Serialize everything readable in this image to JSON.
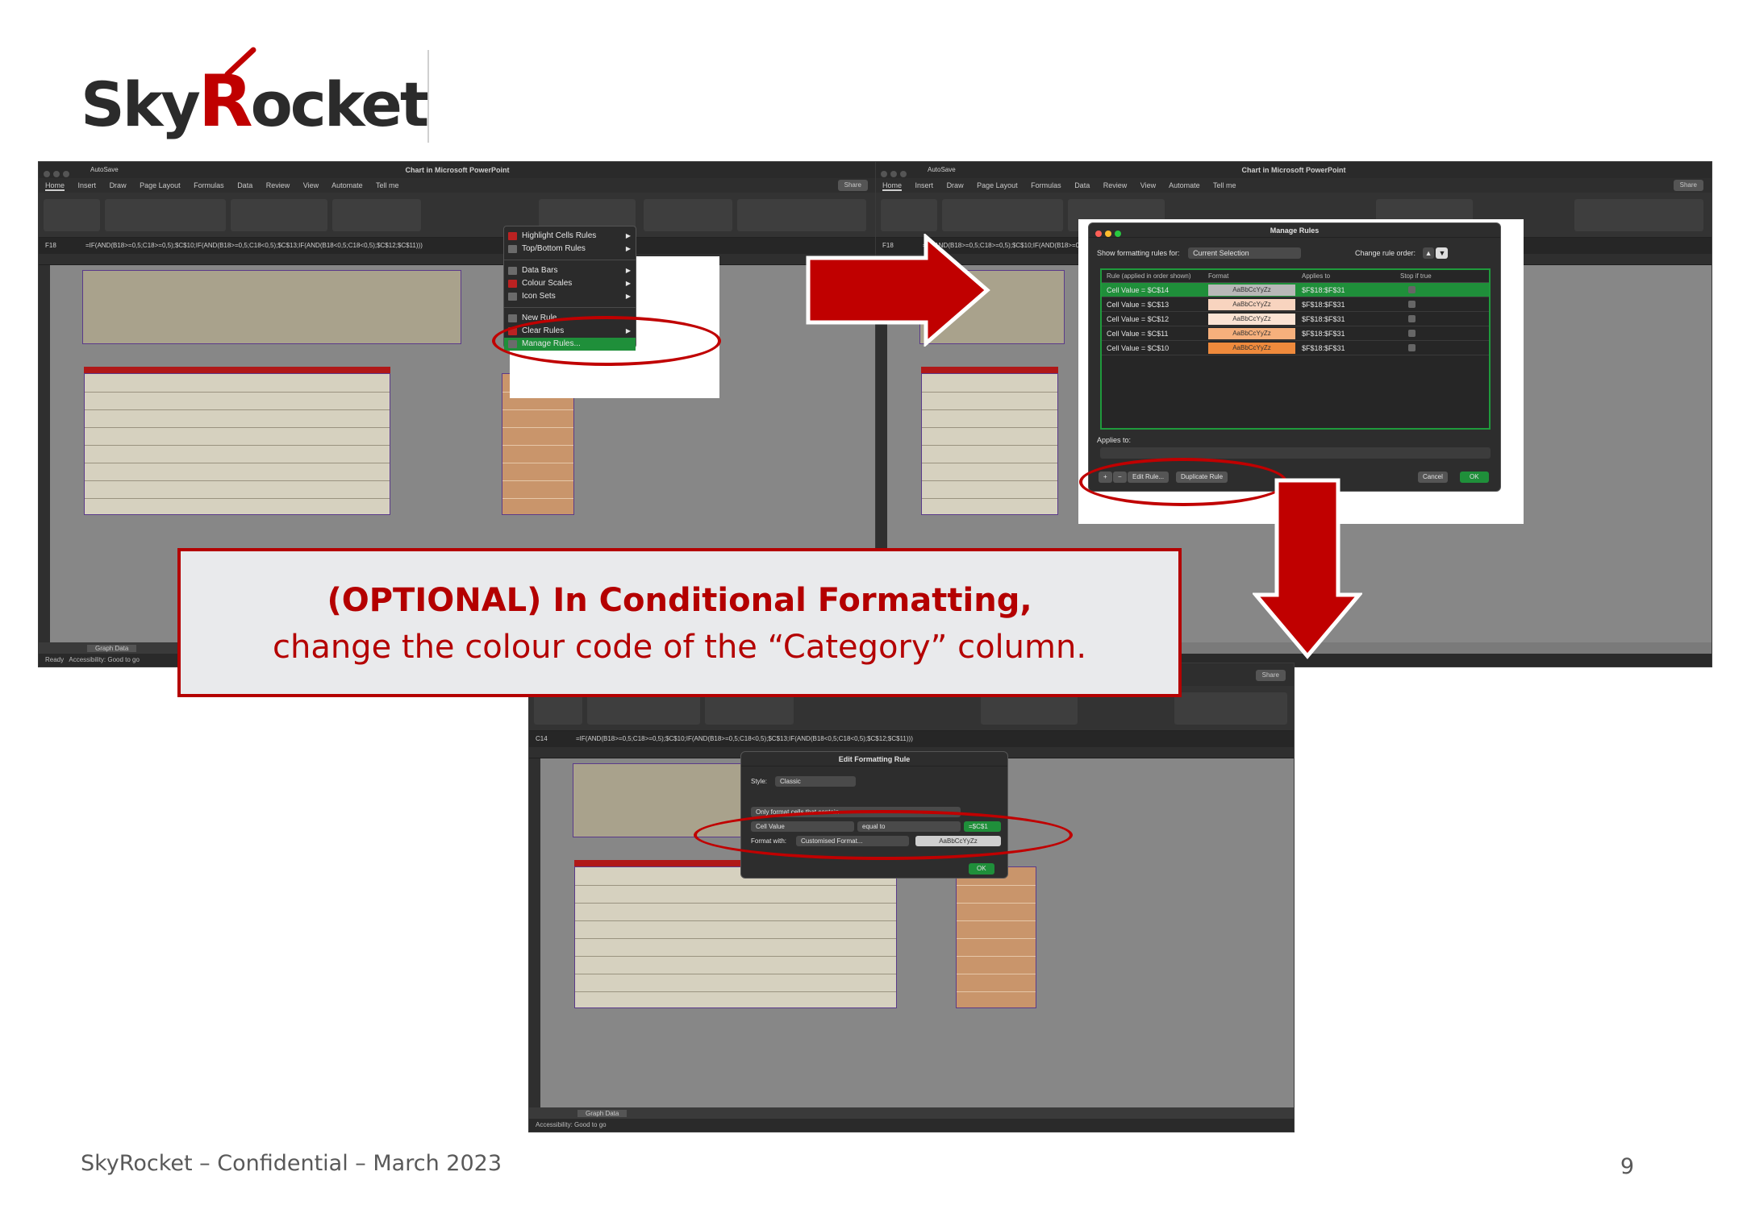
{
  "logo": {
    "pre": "Sky",
    "r": "R",
    "post": "ocket"
  },
  "excel": {
    "window_title": "Chart in Microsoft PowerPoint",
    "autosave": "AutoSave",
    "tabs": [
      "Home",
      "Insert",
      "Draw",
      "Page Layout",
      "Formulas",
      "Data",
      "Review",
      "View",
      "Automate",
      "Tell me"
    ],
    "share": "Share",
    "cell_ref_a": "F18",
    "cell_ref_c": "C14",
    "formula": "=IF(AND(B18>=0,5;C18>=0,5);$C$10;IF(AND(B18>=0,5;C18<0,5);$C$13;IF(AND(B18<0,5;C18<0,5);$C$12;$C$11)))",
    "sheet_tab": "Graph Data",
    "status_ready": "Ready",
    "status_access": "Accessibility: Good to go"
  },
  "cf_menu": {
    "items": [
      {
        "label": "Highlight Cells Rules"
      },
      {
        "label": "Top/Bottom Rules"
      },
      {
        "label": "Data Bars"
      },
      {
        "label": "Colour Scales"
      },
      {
        "label": "Icon Sets"
      },
      {
        "label": "New Rule..."
      },
      {
        "label": "Clear Rules"
      },
      {
        "label": "Manage Rules..."
      }
    ]
  },
  "manage_rules": {
    "title": "Manage Rules",
    "show_for_label": "Show formatting rules for:",
    "show_for_value": "Current Selection",
    "change_order": "Change rule order:",
    "col_rule": "Rule (applied in order shown)",
    "col_format": "Format",
    "col_applies": "Applies to",
    "col_stop": "Stop if true",
    "rules": [
      {
        "rule": "Cell Value = $C$14",
        "format": "AaBbCcYyZz",
        "applies": "$F$18:$F$31",
        "color": "#b8b8b8"
      },
      {
        "rule": "Cell Value = $C$13",
        "format": "AaBbCcYyZz",
        "applies": "$F$18:$F$31",
        "color": "#f8d4bf"
      },
      {
        "rule": "Cell Value = $C$12",
        "format": "AaBbCcYyZz",
        "applies": "$F$18:$F$31",
        "color": "#fbe3d3"
      },
      {
        "rule": "Cell Value = $C$11",
        "format": "AaBbCcYyZz",
        "applies": "$F$18:$F$31",
        "color": "#f6b07c"
      },
      {
        "rule": "Cell Value = $C$10",
        "format": "AaBbCcYyZz",
        "applies": "$F$18:$F$31",
        "color": "#ef8a3c"
      }
    ],
    "applies_to_label": "Applies to:",
    "edit_rule": "Edit Rule...",
    "duplicate_rule": "Duplicate Rule",
    "cancel": "Cancel",
    "ok": "OK"
  },
  "edit_rule": {
    "title": "Edit Formatting Rule",
    "style_label": "Style:",
    "style_value": "Classic",
    "type_value": "Only format cells that contain",
    "cond1": "Cell Value",
    "cond2": "equal to",
    "cond_ref": "=$C$1",
    "format_with_label": "Format with:",
    "format_with_value": "Customised Format...",
    "preview": "AaBbCcYyZz",
    "ok": "OK"
  },
  "callout": {
    "line1": "(OPTIONAL) In Conditional Formatting,",
    "line2": "change the colour code of the “Category” column."
  },
  "footer": "SkyRocket – Confidential – March 2023",
  "page_number": "9"
}
